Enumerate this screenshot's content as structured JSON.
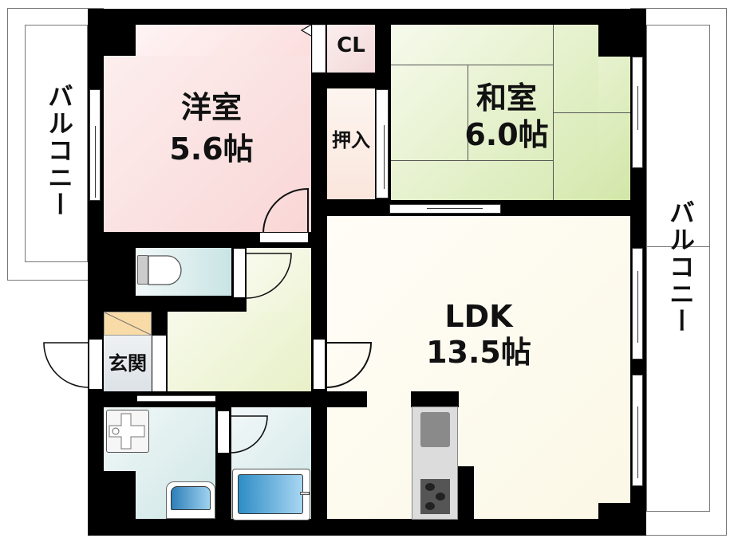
{
  "floorplan": {
    "rooms": {
      "western_room": {
        "name": "洋室",
        "size": "5.6帖"
      },
      "japanese_room": {
        "name": "和室",
        "size": "6.0帖"
      },
      "ldk": {
        "name": "LDK",
        "size": "13.5帖"
      },
      "closet": {
        "name": "CL"
      },
      "oshiire": {
        "name": "押入"
      },
      "entrance": {
        "name": "玄関"
      }
    },
    "balconies": {
      "left": {
        "label": "バルコニー"
      },
      "right": {
        "label": "バルコニー"
      }
    },
    "colors": {
      "western_room": "#fbdede",
      "japanese_room": "#e2efc6",
      "ldk": "#fdfbee",
      "closet": "#f6e1e1",
      "oshiire": "#fbeee6",
      "hall": "#eef3d8",
      "wet_areas": "#dcefef",
      "entrance": "#e4e8ec",
      "shoebox": "#f8dba6",
      "wall": "#000000",
      "bathtub": "#3a9ad0"
    }
  }
}
